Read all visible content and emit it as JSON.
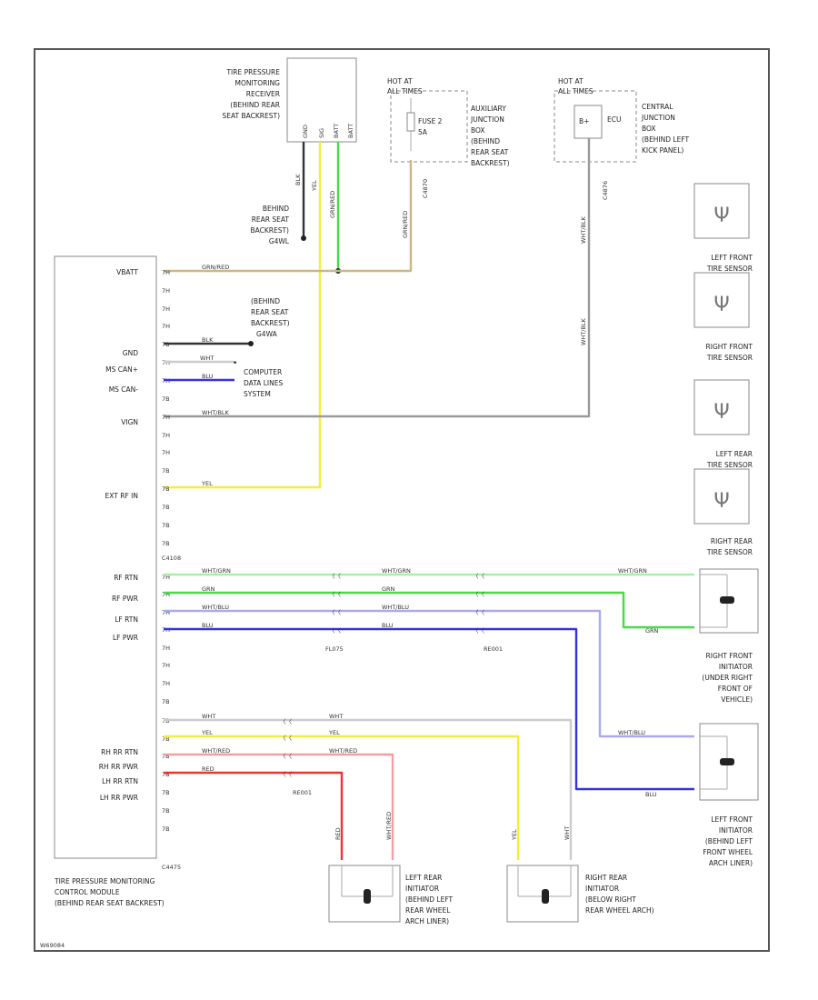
{
  "colors": {
    "grn_red": "#c8b888",
    "yel": "#f5ee3a",
    "grn": "#44dd44",
    "blu": "#3333dd",
    "blk": "#333333",
    "wht_blu": "#aaaaee",
    "wht_grn": "#aaeeaa",
    "wht_red": "#f0a0a0",
    "red": "#ee3333",
    "wht": "#cccccc",
    "wht_blk": "#9a9a9a"
  },
  "receiver": {
    "label": [
      "TIRE PRESSURE",
      "MONITORING",
      "RECEIVER",
      "(BEHIND REAR",
      "SEAT BACKREST)"
    ],
    "pins": [
      "GND",
      "SIG",
      "BATT",
      "BATT"
    ],
    "wire_labels": [
      "BLK",
      "YEL",
      "GRN/RED"
    ]
  },
  "ground_rear": [
    "BEHIND",
    "REAR SEAT",
    "BACKREST)",
    "G4WL"
  ],
  "ground_mid": [
    "(BEHIND",
    "REAR SEAT",
    "BACKREST)",
    "G4WA"
  ],
  "fuse_aux": {
    "hot": [
      "HOT AT",
      "ALL TIMES"
    ],
    "fuse": [
      "FUSE 2",
      "5A"
    ],
    "box": [
      "AUXILIARY",
      "JUNCTION",
      "BOX",
      "(BEHIND",
      "REAR SEAT",
      "BACKREST)"
    ],
    "conn": "C4870"
  },
  "fuse_central": {
    "hot": [
      "HOT AT",
      "ALL TIMES"
    ],
    "fuse": [
      "B+",
      "ECU"
    ],
    "box": [
      "CENTRAL",
      "JUNCTION",
      "BOX",
      "(BEHIND LEFT",
      "KICK PANEL)"
    ],
    "conn": "C4876"
  },
  "module": {
    "inputs": [
      "VBATT",
      "GND",
      "MS CAN+",
      "MS CAN-",
      "VIGN",
      "EXT RF IN"
    ],
    "outputs": [
      "RF RTN",
      "RF PWR",
      "LF RTN",
      "LF PWR",
      "RH RR RTN",
      "RH RR PWR",
      "LH RR RTN",
      "LH RR PWR"
    ],
    "pins_upper": [
      "7H",
      "7H",
      "7H",
      "7H",
      "7B",
      "7H",
      "7H",
      "7B",
      "7H",
      "7H",
      "7H",
      "7B",
      "7B",
      "7B",
      "7B",
      "7B"
    ],
    "pins_lower": [
      "7H",
      "7H",
      "7H",
      "7H",
      "7H",
      "7H",
      "7H",
      "7B",
      "7B",
      "7B",
      "7B",
      "7B",
      "7B",
      "7B",
      "7B"
    ],
    "connector_mid": "C4108",
    "connector_bottom": "C4475",
    "label": [
      "TIRE PRESSURE MONITORING",
      "CONTROL MODULE",
      "(BEHIND REAR SEAT BACKREST)"
    ]
  },
  "wire_labels": {
    "vbatt": "GRN/RED",
    "gnd": "BLK",
    "can_p": "WHT",
    "can_n": "BLU",
    "vign": "WHT/BLK",
    "ext_rf": "YEL",
    "rf_rtn": "WHT/GRN",
    "rf_pwr": "GRN",
    "lf_rtn": "WHT/BLU",
    "lf_pwr": "BLU",
    "rh_rtn": "WHT",
    "rh_pwr": "YEL",
    "lh_rtn": "WHT/RED",
    "lh_pwr": "RED",
    "vign_vert": "WHT/BLK",
    "fuse_vert": "GRN/RED"
  },
  "computer": [
    "COMPUTER",
    "DATA LINES",
    "SYSTEM"
  ],
  "connectors": {
    "front_left": "FL075",
    "front_right": "RE001",
    "rear": "RE001"
  },
  "sensors": [
    {
      "label": [
        "LEFT FRONT",
        "TIRE SENSOR"
      ]
    },
    {
      "label": [
        "RIGHT FRONT",
        "TIRE SENSOR"
      ]
    },
    {
      "label": [
        "LEFT REAR",
        "TIRE SENSOR"
      ]
    },
    {
      "label": [
        "RIGHT REAR",
        "TIRE SENSOR"
      ]
    }
  ],
  "initiators": {
    "right_front": [
      "RIGHT FRONT",
      "INITIATOR",
      "(UNDER RIGHT",
      "FRONT OF",
      "VEHICLE)"
    ],
    "left_front": [
      "LEFT FRONT",
      "INITIATOR",
      "(BEHIND LEFT",
      "FRONT WHEEL",
      "ARCH LINER)"
    ],
    "left_rear": [
      "LEFT REAR",
      "INITIATOR",
      "(BEHIND LEFT",
      "REAR WHEEL",
      "ARCH LINER)"
    ],
    "right_rear": [
      "RIGHT REAR",
      "INITIATOR",
      "(BELOW RIGHT",
      "REAR WHEEL ARCH)"
    ]
  },
  "footer_id": "W69084"
}
